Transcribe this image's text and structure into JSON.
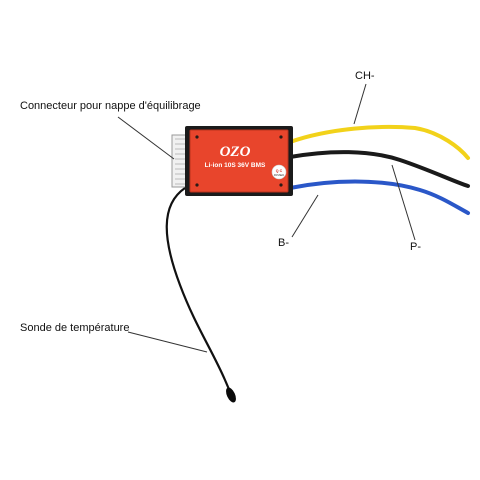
{
  "labels": {
    "connector": "Connecteur pour nappe d'équilibrage",
    "ch": "CH-",
    "b": "B-",
    "p": "P-",
    "probe": "Sonde de température"
  },
  "board": {
    "brand": "OZO",
    "model": "Li-ion 10S 36V BMS",
    "qc_top": "Q C",
    "qc_bottom": "PASSED",
    "color": "#e8452c"
  },
  "wires": {
    "ch_color": "#f2d21a",
    "p_color": "#1a1a1a",
    "b_color": "#2a57c8",
    "probe_color": "#111111"
  }
}
